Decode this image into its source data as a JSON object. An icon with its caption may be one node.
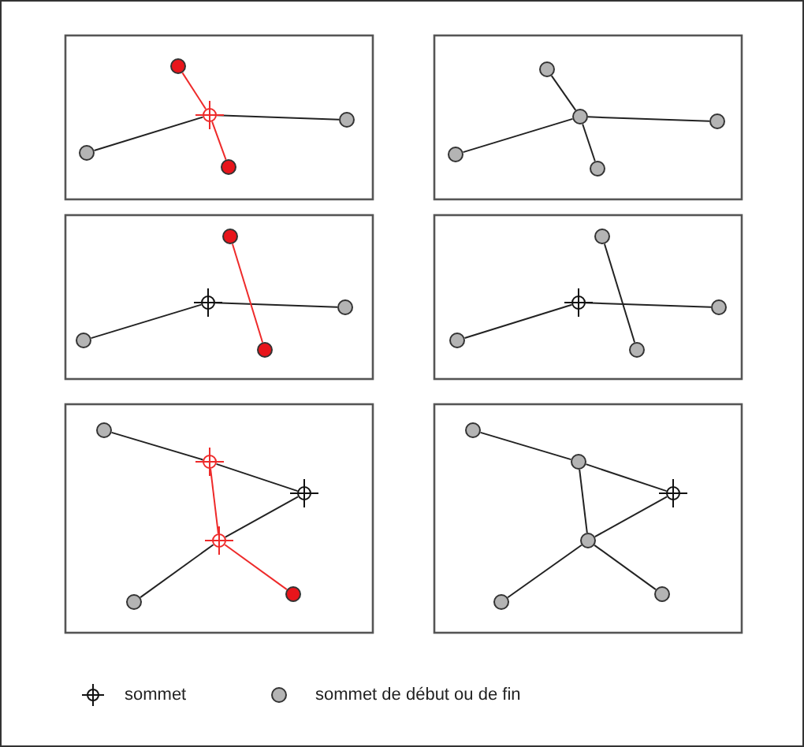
{
  "diagram": {
    "nodes": [
      {
        "text": [],
        "shape": "circle"
      },
      {
        "text": [],
        "shape": "crosshair"
      },
      {
        "text": [],
        "shape": "circle"
      },
      {
        "text": [],
        "shape": "circle"
      },
      {
        "text": [],
        "shape": "circle"
      },
      {
        "text": [],
        "shape": "circle"
      },
      {
        "text": [],
        "shape": "circle"
      },
      {
        "text": [],
        "shape": "circle"
      },
      {
        "text": [],
        "shape": "circle"
      },
      {
        "text": [],
        "shape": "circle"
      },
      {
        "text": [],
        "shape": "circle"
      },
      {
        "text": [],
        "shape": "crosshair"
      },
      {
        "text": [],
        "shape": "circle"
      },
      {
        "text": [],
        "shape": "circle"
      },
      {
        "text": [],
        "shape": "circle"
      },
      {
        "text": [],
        "shape": "circle"
      },
      {
        "text": [],
        "shape": "crosshair"
      },
      {
        "text": [],
        "shape": "circle"
      },
      {
        "text": [],
        "shape": "circle"
      },
      {
        "text": [],
        "shape": "circle"
      },
      {
        "text": [],
        "shape": "circle"
      },
      {
        "text": [],
        "shape": "crosshair"
      },
      {
        "text": [],
        "shape": "crosshair"
      },
      {
        "text": [],
        "shape": "crosshair"
      },
      {
        "text": [],
        "shape": "circle"
      },
      {
        "text": [],
        "shape": "circle"
      },
      {
        "text": [],
        "shape": "circle"
      },
      {
        "text": [],
        "shape": "circle"
      },
      {
        "text": [],
        "shape": "crosshair"
      },
      {
        "text": [],
        "shape": "circle"
      },
      {
        "text": [],
        "shape": "circle"
      },
      {
        "text": [],
        "shape": "circle"
      }
    ],
    "edges": [
      {
        "from": 0,
        "to": 1,
        "arrow": "none"
      },
      {
        "from": 1,
        "to": 2,
        "arrow": "none"
      },
      {
        "from": 3,
        "to": 1,
        "arrow": "none",
        "color": "#ee2a2a"
      },
      {
        "from": 1,
        "to": 4,
        "arrow": "none",
        "color": "#ee2a2a"
      },
      {
        "from": 5,
        "to": 6,
        "arrow": "none"
      },
      {
        "from": 6,
        "to": 7,
        "arrow": "none"
      },
      {
        "from": 8,
        "to": 6,
        "arrow": "none"
      },
      {
        "from": 6,
        "to": 9,
        "arrow": "none"
      },
      {
        "from": 10,
        "to": 11,
        "arrow": "none"
      },
      {
        "from": 11,
        "to": 12,
        "arrow": "none"
      },
      {
        "from": 13,
        "to": 14,
        "arrow": "none",
        "color": "#ee2a2a"
      },
      {
        "from": 15,
        "to": 16,
        "arrow": "none"
      },
      {
        "from": 16,
        "to": 17,
        "arrow": "none"
      },
      {
        "from": 18,
        "to": 19,
        "arrow": "none"
      },
      {
        "from": 20,
        "to": 21,
        "arrow": "none"
      },
      {
        "from": 21,
        "to": 22,
        "arrow": "none"
      },
      {
        "from": 22,
        "to": 23,
        "arrow": "none"
      },
      {
        "from": 23,
        "to": 24,
        "arrow": "none"
      },
      {
        "from": 21,
        "to": 23,
        "arrow": "none",
        "color": "#ee2a2a"
      },
      {
        "from": 23,
        "to": 25,
        "arrow": "none",
        "color": "#ee2a2a"
      },
      {
        "from": 26,
        "to": 27,
        "arrow": "none"
      },
      {
        "from": 27,
        "to": 28,
        "arrow": "none"
      },
      {
        "from": 28,
        "to": 29,
        "arrow": "none"
      },
      {
        "from": 29,
        "to": 30,
        "arrow": "none"
      },
      {
        "from": 27,
        "to": 29,
        "arrow": "none"
      },
      {
        "from": 29,
        "to": 31,
        "arrow": "none"
      }
    ],
    "legend": [
      {
        "text": "sommet"
      },
      {
        "text": "sommet de début ou de fin"
      }
    ]
  }
}
